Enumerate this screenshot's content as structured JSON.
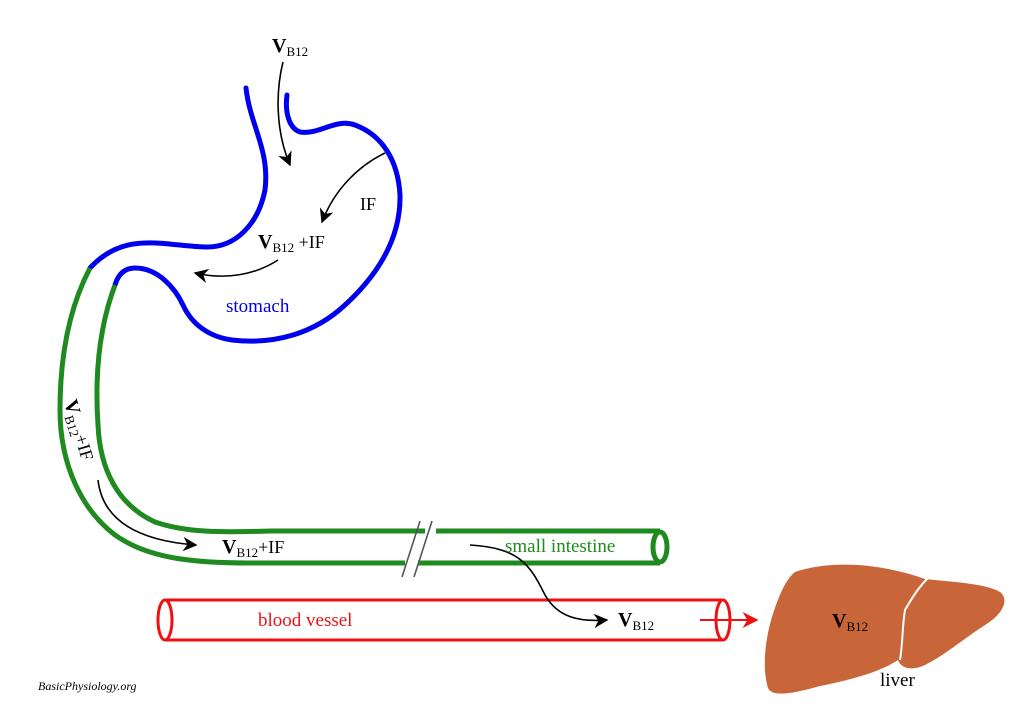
{
  "colors": {
    "stomach": "#0000ee",
    "intestine": "#1f8a1f",
    "blood_vessel": "#ee1111",
    "liver": "#c8663a",
    "arrow": "#000000",
    "text": "#000000"
  },
  "labels": {
    "top_vb12": {
      "main": "V",
      "sub": "B12"
    },
    "if_label": "IF",
    "stomach_complex": {
      "main": "V",
      "sub": "B12",
      "rest": " +IF"
    },
    "stomach": "stomach",
    "vertical_complex": {
      "main": "V",
      "sub": "B12",
      "rest": "+IF"
    },
    "intestine_complex": {
      "main": "V",
      "sub": "B12",
      "rest": "+IF"
    },
    "small_intestine": "small intestine",
    "blood_vessel": "blood vessel",
    "vessel_vb12": {
      "main": "V",
      "sub": "B12"
    },
    "liver_vb12": {
      "main": "V",
      "sub": "B12"
    },
    "liver": "liver",
    "credit": "BasicPhysiology.org"
  }
}
